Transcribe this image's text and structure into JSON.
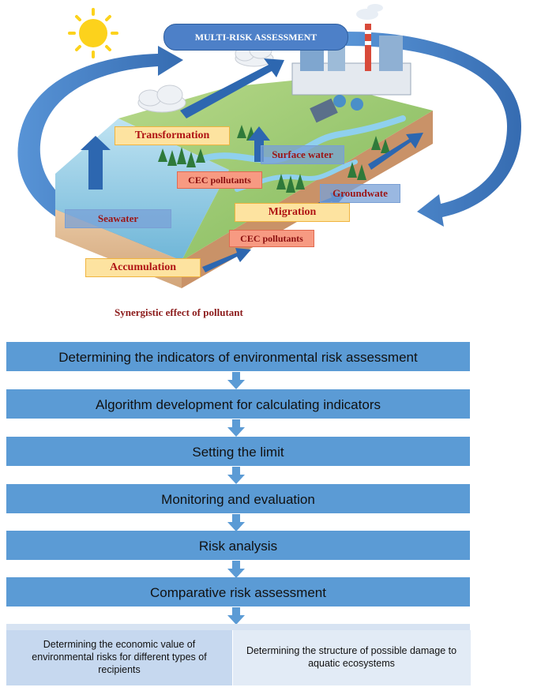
{
  "illustration": {
    "banner": "MULTI-RISK ASSESSMENT",
    "labels": {
      "transformation": "Transformation",
      "surface_water": "Surface water",
      "cec_pollutants_1": "CEC pollutants",
      "groundwater": "Groundwate",
      "seawater": "Seawater",
      "migration": "Migration",
      "cec_pollutants_2": "CEC pollutants",
      "accumulation": "Accumulation"
    },
    "caption": "Synergistic effect of pollutant",
    "colors": {
      "arrow_blue": "#2f6fb8",
      "label_red": "#b01515",
      "sun": "#fcd21c"
    },
    "icons": [
      "sun-icon",
      "cloud-icon",
      "factory-icon",
      "forest-icon"
    ]
  },
  "flow": {
    "steps": [
      "Determining the indicators of environmental risk assessment",
      "Algorithm development for calculating indicators",
      "Setting the limit",
      "Monitoring and evaluation",
      "Risk analysis",
      "Comparative risk assessment"
    ],
    "outcomes": {
      "left": "Determining the economic value of environmental risks for different types of recipients",
      "right": "Determining the structure of possible damage to aquatic ecosystems"
    },
    "colors": {
      "bar": "#5b9bd5",
      "arrow": "#5b9bd5"
    }
  }
}
